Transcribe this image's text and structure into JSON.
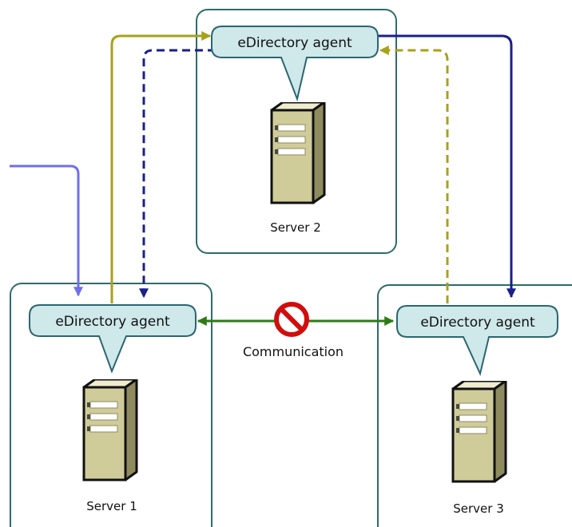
{
  "diagram": {
    "servers": [
      {
        "id": "server-1",
        "label": "Server 1",
        "agent_label": "eDirectory agent"
      },
      {
        "id": "server-2",
        "label": "Server 2",
        "agent_label": "eDirectory agent"
      },
      {
        "id": "server-3",
        "label": "Server 3",
        "agent_label": "eDirectory agent"
      }
    ],
    "communication_label": "Communication",
    "colors": {
      "box_border": "#2f6b6b",
      "bubble_fill": "#cfe8ea",
      "bubble_border": "#2a6670",
      "olive": "#a8a11a",
      "navy": "#1a1f8c",
      "periwinkle": "#6f6ff0",
      "green": "#2f7a18",
      "prohibit_red": "#d10d0d",
      "server_body": "#cfcc9a"
    }
  }
}
